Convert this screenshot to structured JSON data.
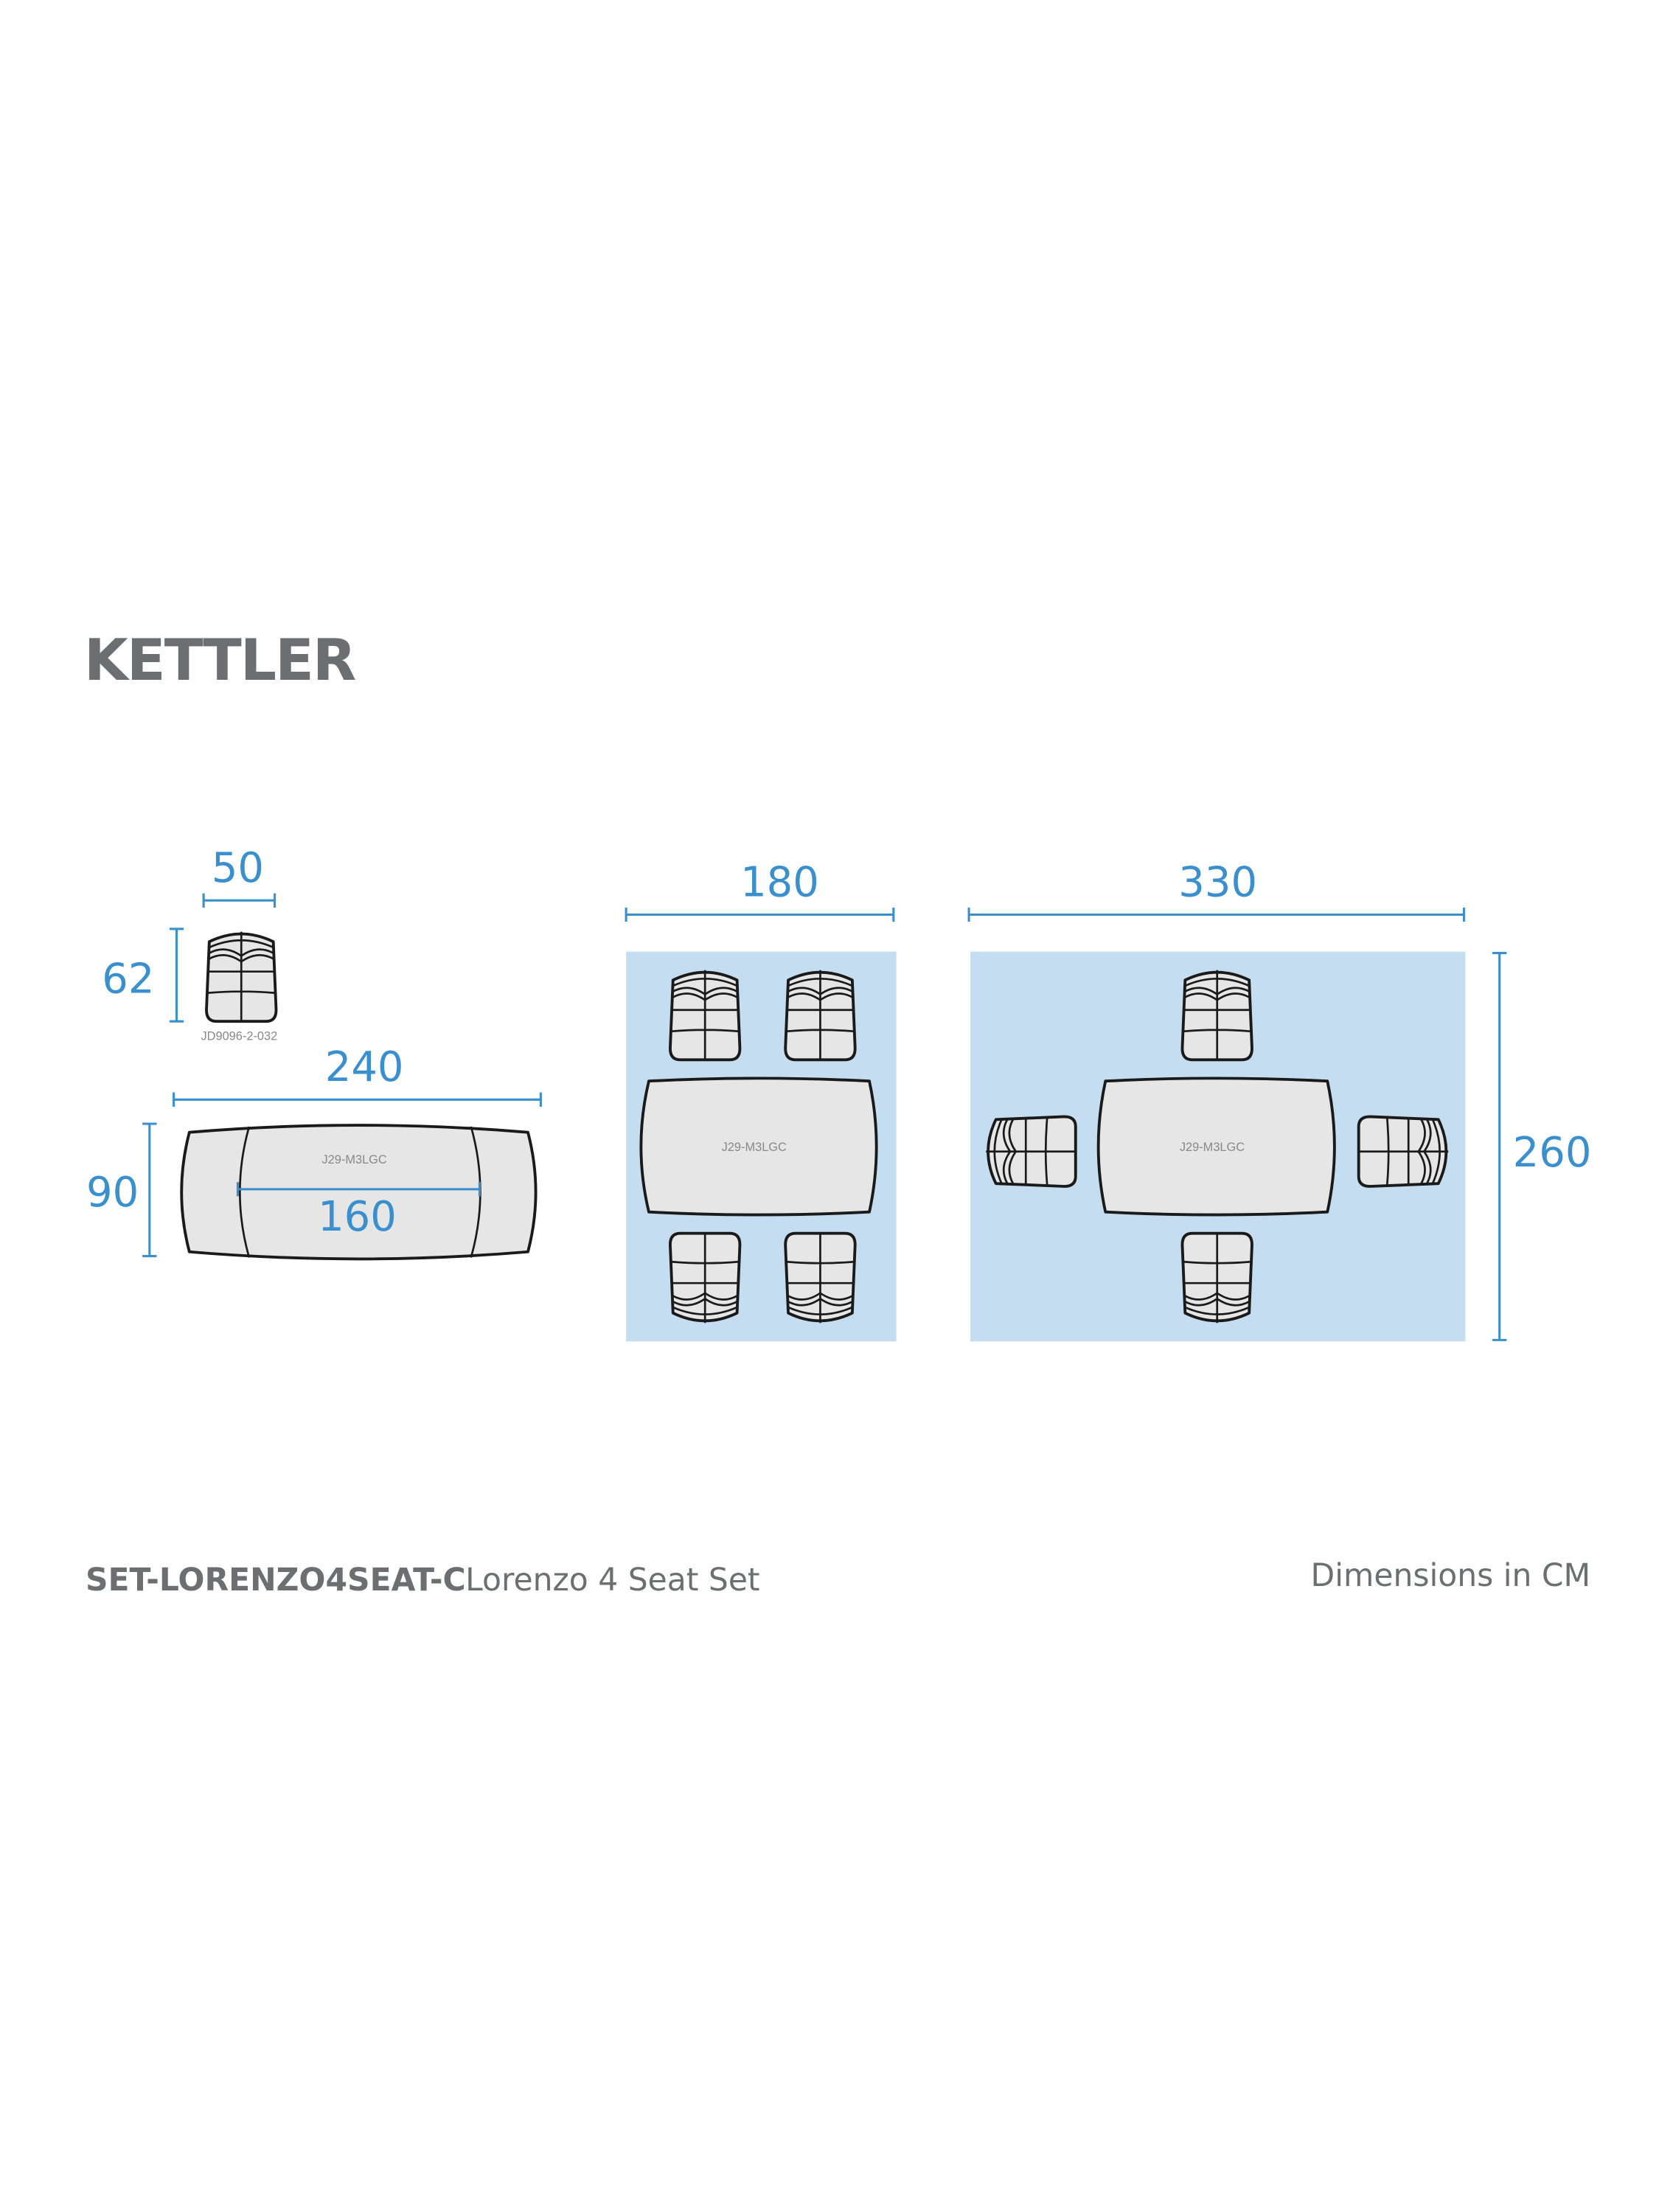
{
  "brand": {
    "logo_text": "KETTLER"
  },
  "colors": {
    "dimension": "#3a8fcf",
    "footprint": "#c5ddf0",
    "furniture": "#e6e6e6",
    "text": "#6d6e71"
  },
  "chair": {
    "width": "50",
    "depth": "62",
    "code": "JD9096-2-032"
  },
  "table": {
    "length": "240",
    "width": "90",
    "inner_length": "160",
    "code": "J29-M3LGC"
  },
  "layout_a": {
    "width": "180",
    "table_code": "J29-M3LGC"
  },
  "layout_b": {
    "width": "330",
    "depth": "260",
    "table_code": "J29-M3LGC"
  },
  "footer": {
    "sku": "SET-LORENZO4SEAT-C",
    "product_name": "Lorenzo 4 Seat Set",
    "units_note": "Dimensions in CM"
  }
}
